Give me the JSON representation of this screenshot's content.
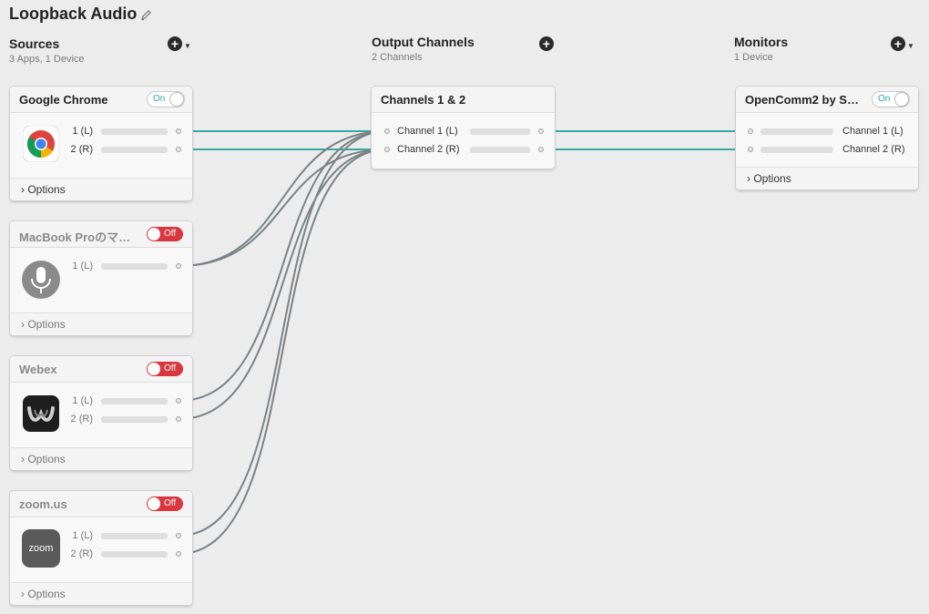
{
  "app": {
    "title": "Loopback Audio"
  },
  "columns": {
    "sources": {
      "title": "Sources",
      "subtitle": "3 Apps, 1 Device"
    },
    "outputs": {
      "title": "Output Channels",
      "subtitle": "2 Channels"
    },
    "monitors": {
      "title": "Monitors",
      "subtitle": "1 Device"
    }
  },
  "sources": [
    {
      "name": "Google Chrome",
      "toggle": "On",
      "icon": "chrome-icon",
      "channels": [
        "1 (L)",
        "2 (R)"
      ],
      "options": "Options"
    },
    {
      "name": "MacBook Proのマ…",
      "toggle": "Off",
      "icon": "microphone-icon",
      "channels": [
        "1 (L)"
      ],
      "options": "Options"
    },
    {
      "name": "Webex",
      "toggle": "Off",
      "icon": "webex-icon",
      "channels": [
        "1 (L)",
        "2 (R)"
      ],
      "options": "Options"
    },
    {
      "name": "zoom.us",
      "toggle": "Off",
      "icon": "zoom-icon",
      "icon_text": "zoom",
      "channels": [
        "1 (L)",
        "2 (R)"
      ],
      "options": "Options"
    }
  ],
  "output": {
    "name": "Channels 1 & 2",
    "channels": [
      "Channel 1 (L)",
      "Channel 2 (R)"
    ]
  },
  "monitor": {
    "name": "OpenComm2 by S…",
    "toggle": "On",
    "channels": [
      "Channel 1 (L)",
      "Channel 2 (R)"
    ],
    "options": "Options"
  },
  "colors": {
    "active_wire": "#35a7a7",
    "inactive_wire": "#7a8286",
    "off_toggle": "#d9363e",
    "on_text": "#2aa6a6"
  }
}
